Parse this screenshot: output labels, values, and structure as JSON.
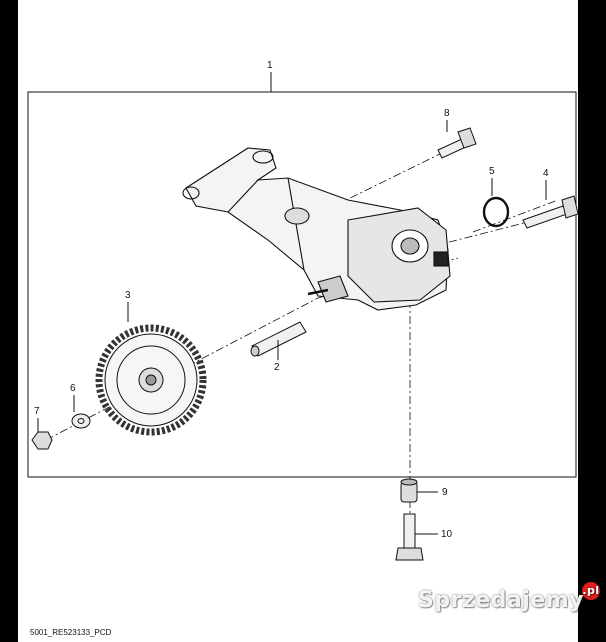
{
  "diagram": {
    "callouts": [
      "1",
      "2",
      "3",
      "4",
      "5",
      "6",
      "7",
      "8",
      "9",
      "10"
    ],
    "drawing_code": "5001_RE523133_PCD"
  },
  "watermark": {
    "text": "Sprzedajemy",
    "suffix": ".pl"
  },
  "colors": {
    "page_background": "#000000",
    "sheet_background": "#ffffff",
    "line": "#111111",
    "watermark_accent": "#e02020"
  }
}
